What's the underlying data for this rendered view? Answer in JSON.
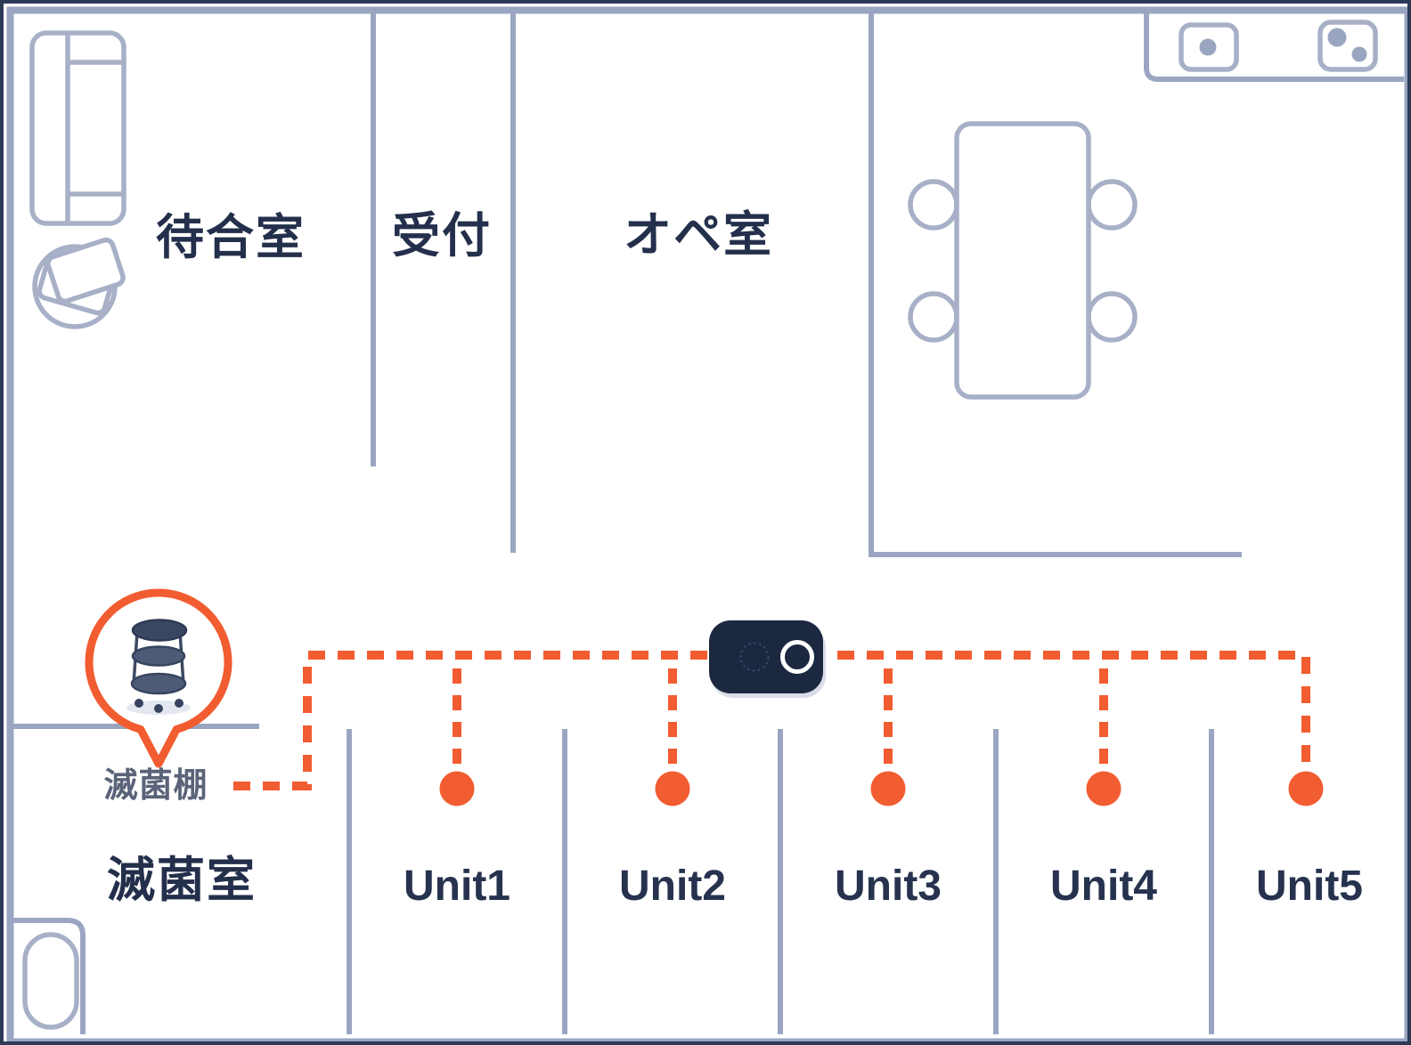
{
  "diagram_title": "dental-clinic-floorplan",
  "rooms": {
    "waiting": "待合室",
    "reception": "受付",
    "operation": "オペ室",
    "sterilization": "滅菌室"
  },
  "shelf_label": "滅菌棚",
  "units": [
    {
      "label": "Unit1"
    },
    {
      "label": "Unit2"
    },
    {
      "label": "Unit3"
    },
    {
      "label": "Unit4"
    },
    {
      "label": "Unit5"
    }
  ],
  "route": {
    "style": "dashed",
    "endpoints": [
      "滅菌棚",
      "Unit1",
      "Unit2",
      "Unit3",
      "Unit4",
      "Unit5"
    ],
    "marker": "orange-dot"
  },
  "colors": {
    "route_orange": "#F25C31",
    "wall_blue_gray": "#9AA6C1",
    "furniture_gray": "#A7B0C7",
    "label_navy": "#232F4B",
    "unit_label_navy": "#26324E",
    "shelf_label_gray": "#5A6378",
    "robot_navy": "#1C2840",
    "outer_border_navy": "#2C3A57"
  },
  "icons": {
    "sofa": "sofa-icon",
    "side_table": "side-table-icon",
    "operating_table": "operating-table-icon",
    "chairs": "chair-icon",
    "sink": "sink-icon",
    "stove": "stove-icon",
    "toilet": "toilet-icon",
    "cart": "sterilization-cart-icon",
    "robot": "robot-device",
    "dot": "unit-dot"
  }
}
